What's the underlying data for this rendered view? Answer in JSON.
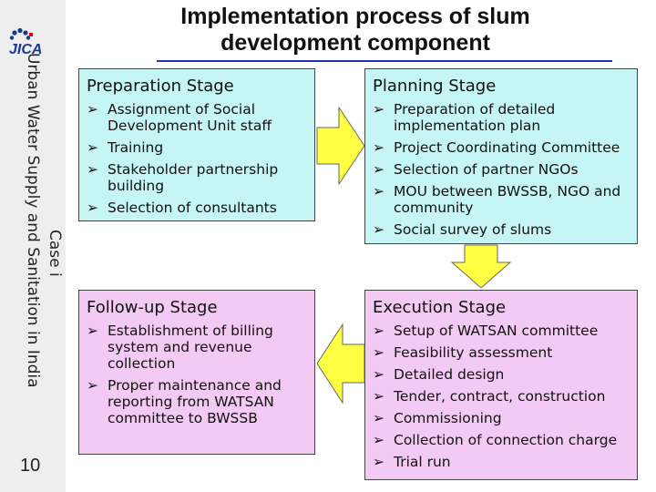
{
  "title": {
    "line1": "Implementation process of slum",
    "line2": "development component"
  },
  "sidebar": {
    "logo_text": "JICA",
    "vertical_text": "Urban Water Supply and Sanitation in India",
    "case_text": "Case i",
    "slide_number": "10"
  },
  "stages": {
    "preparation": {
      "heading": "Preparation Stage",
      "items": [
        "Assignment of Social Development Unit staff",
        "Training",
        "Stakeholder partnership building",
        "Selection of consultants"
      ]
    },
    "planning": {
      "heading": "Planning Stage",
      "items": [
        "Preparation of detailed implementation plan",
        "Project Coordinating Committee",
        "Selection of partner NGOs",
        "MOU between BWSSB, NGO and community",
        "Social survey of slums"
      ]
    },
    "followup": {
      "heading": "Follow-up Stage",
      "items": [
        "Establishment of billing system and revenue collection",
        "Proper maintenance and reporting from WATSAN committee to BWSSB"
      ]
    },
    "execution": {
      "heading": "Execution Stage",
      "items": [
        "Setup of WATSAN committee",
        "Feasibility assessment",
        "Detailed design",
        "Tender, contract, construction",
        "Commissioning",
        "Collection of connection charge",
        "Trial run"
      ]
    }
  },
  "colors": {
    "box_cyan": "#c5f5f5",
    "box_pink": "#f3caf3",
    "arrow_yellow": "#ffff44",
    "title_rule": "#2233aa",
    "logo_blue": "#1a3a8f",
    "logo_red": "#e60012"
  },
  "icons": {
    "bullet": "arrow-bullet-icon",
    "logo": "jica-logo-icon"
  }
}
